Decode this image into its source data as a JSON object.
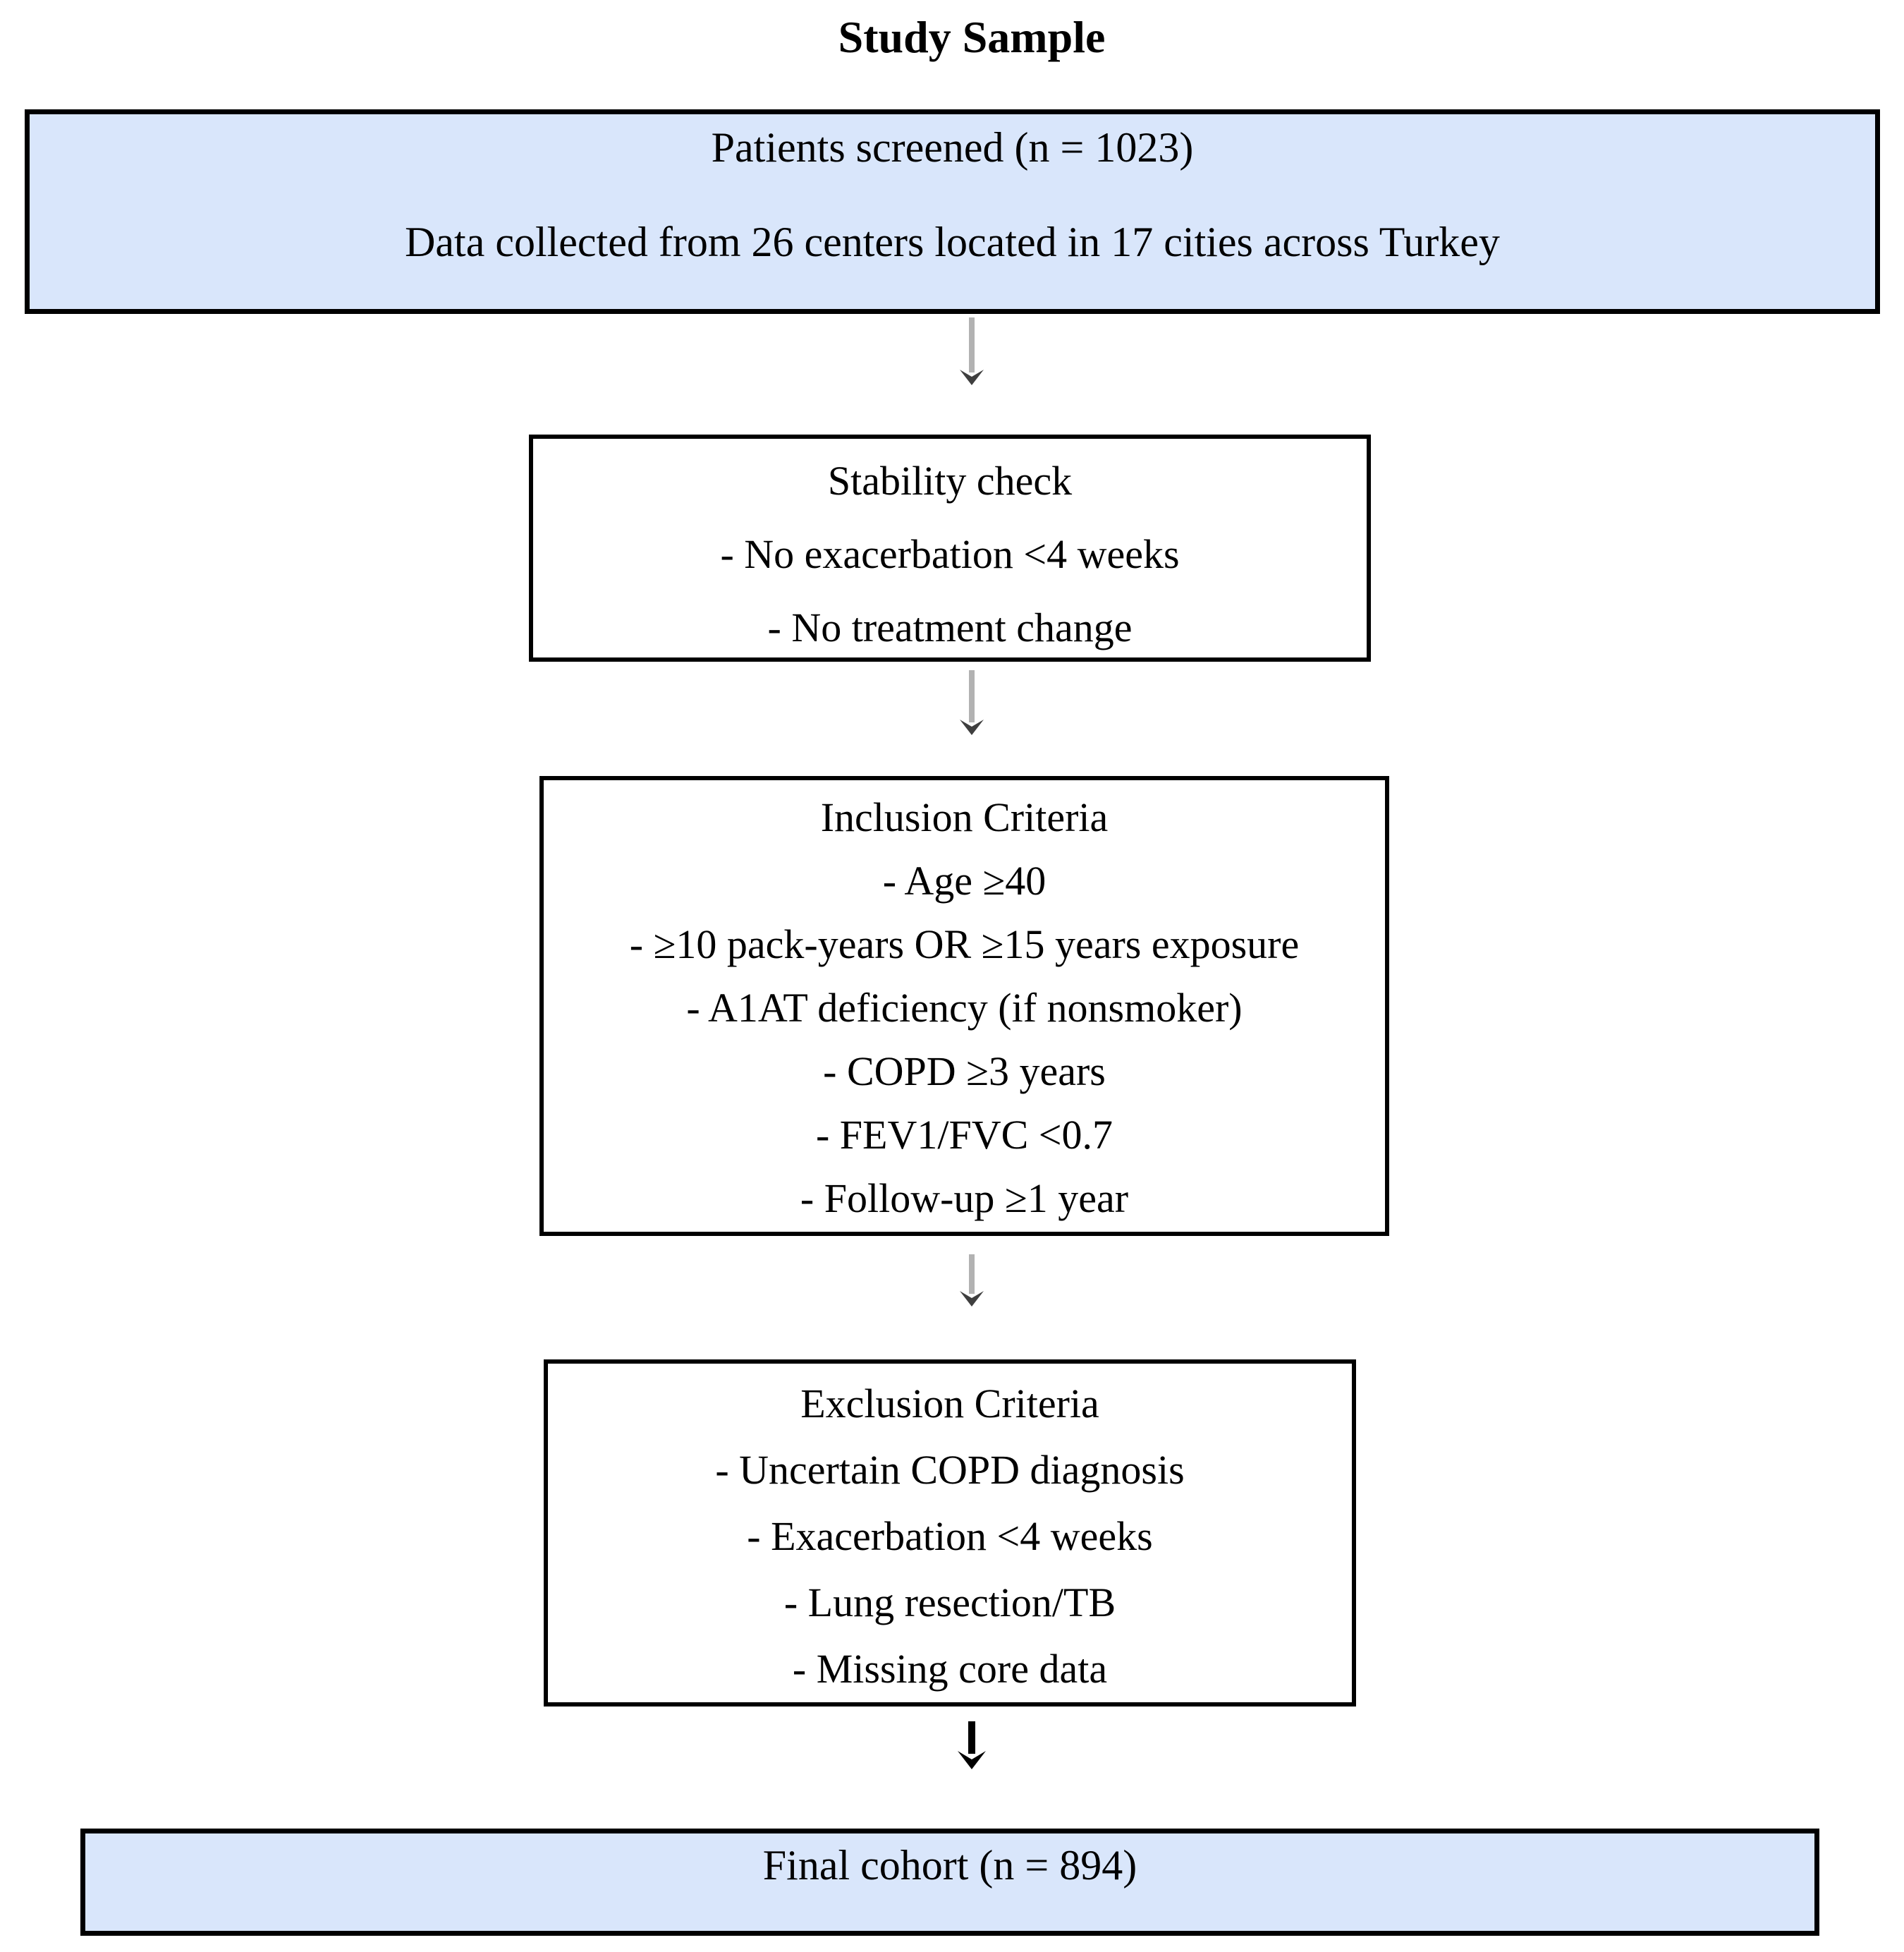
{
  "title": "Study Sample",
  "colors": {
    "background": "#ffffff",
    "text": "#000000",
    "box_fill_blue": "#d9e6fb",
    "box_border": "#000000",
    "arrow_shaft_gray": "#b2b2b2",
    "arrow_head_gray": "#3f3f3f",
    "arrow_black": "#000000"
  },
  "flow": {
    "screened": {
      "lines": [
        "Patients screened (n = 1023)",
        "Data collected from 26 centers located in 17 cities across Turkey"
      ]
    },
    "stability": {
      "title": "Stability check",
      "items": [
        "- No exacerbation <4 weeks",
        "- No treatment change"
      ]
    },
    "inclusion": {
      "title": "Inclusion Criteria",
      "items": [
        "- Age ≥40",
        "- ≥10 pack-years OR ≥15 years exposure",
        "- A1AT deficiency (if nonsmoker)",
        "- COPD ≥3 years",
        "- FEV1/FVC <0.7",
        "- Follow-up ≥1 year"
      ]
    },
    "exclusion": {
      "title": "Exclusion Criteria",
      "items": [
        "- Uncertain COPD diagnosis",
        "- Exacerbation <4 weeks",
        "- Lung resection/TB",
        "- Missing core data"
      ]
    },
    "final": {
      "lines": [
        "Final cohort (n = 894)"
      ]
    }
  }
}
